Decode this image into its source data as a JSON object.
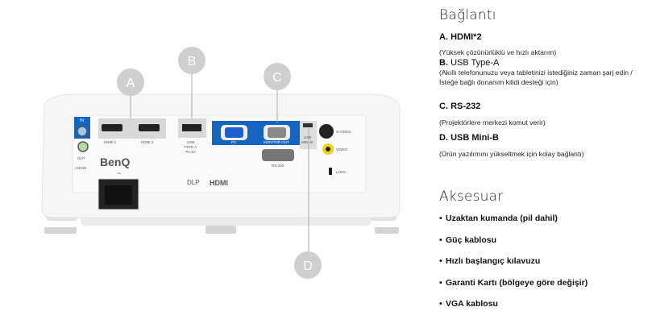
{
  "product_image": {
    "callouts": [
      "A",
      "B",
      "C",
      "D"
    ],
    "brand": "BenQ",
    "labels": {
      "in": "IN",
      "out": "OUT",
      "audio": "AUDIO",
      "hdmi1": "HDMI 1",
      "hdmi2": "HDMI 2",
      "usb": "USB",
      "usb_type": "TYPE-A",
      "usb_power": "⎓1.5A",
      "pc": "PC",
      "monitor_out": "MONITOR OUT",
      "rs232": "RS-232",
      "usb_mini": "USB",
      "usb_mini2": "MINI-B",
      "svideo": "S-VIDEO",
      "video": "VIDEO",
      "lock": "LOCK",
      "dlp": "DLP",
      "hdmi_logo": "HDMI"
    }
  },
  "connection": {
    "title": "Bağlantı",
    "items": [
      {
        "letter": "A.",
        "name": "HDMI*2",
        "desc": "(Yüksek çözünürlüklü ve hızlı aktarım)"
      },
      {
        "letter": "B.",
        "name": "USB Type-A",
        "desc": "(Akıllı telefonunuzu veya tabletinizi istediğiniz zaman şarj edin / İsteğe bağlı donanım kilidi desteği için)"
      },
      {
        "letter": "C.",
        "name": "RS-232",
        "desc": "(Projektörlere merkezi komut verir)"
      },
      {
        "letter": "D.",
        "name": "USB Mini-B",
        "desc": "(Ürün yazılımını yükseltmek için kolay bağlantı)"
      }
    ]
  },
  "accessories": {
    "title": "Aksesuar",
    "bullet": "•",
    "items": [
      "Uzaktan kumanda (pil dahil)",
      "Güç kablosu",
      "Hızlı başlangıç kılavuzu",
      "Garanti Kartı (bölgeye göre değişir)",
      "VGA kablosu"
    ]
  }
}
